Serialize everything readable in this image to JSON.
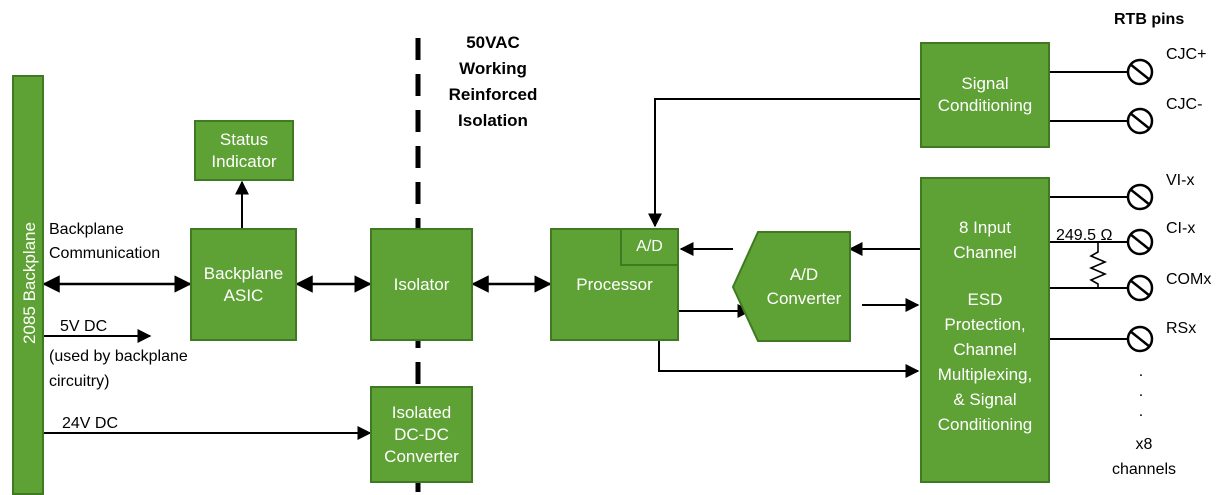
{
  "isolation_label": "50VAC\nWorking\nReinforced\nIsolation",
  "rtb_header": "RTB pins",
  "blocks": {
    "backplane_bar": "2085 Backplane",
    "status_indicator": "Status\nIndicator",
    "backplane_asic": "Backplane\nASIC",
    "isolator": "Isolator",
    "isolated_dcdc": "Isolated\nDC-DC\nConverter",
    "processor": "Processor",
    "processor_ad": "A/D",
    "ad_converter": "A/D\nConverter",
    "signal_conditioning": "Signal\nConditioning",
    "input_channel_title": "8 Input\nChannel",
    "input_channel_body": "ESD\nProtection,\nChannel\nMultiplexing,\n& Signal\nConditioning"
  },
  "labels": {
    "backplane_comm": "Backplane\nCommunication",
    "five_v": "5V DC",
    "five_v_note": "(used by backplane\ncircuitry)",
    "twentyfour_v": "24V DC",
    "resistor": "249.5 Ω"
  },
  "pins": [
    "CJC+",
    "CJC-",
    "VI-x",
    "CI-x",
    "COMx",
    "RSx"
  ],
  "ellipsis": ".\n.\n.",
  "channels_note": "x8\nchannels",
  "colors": {
    "block_fill": "#5ea134",
    "block_border": "#3f7a22",
    "text": "#000000"
  }
}
